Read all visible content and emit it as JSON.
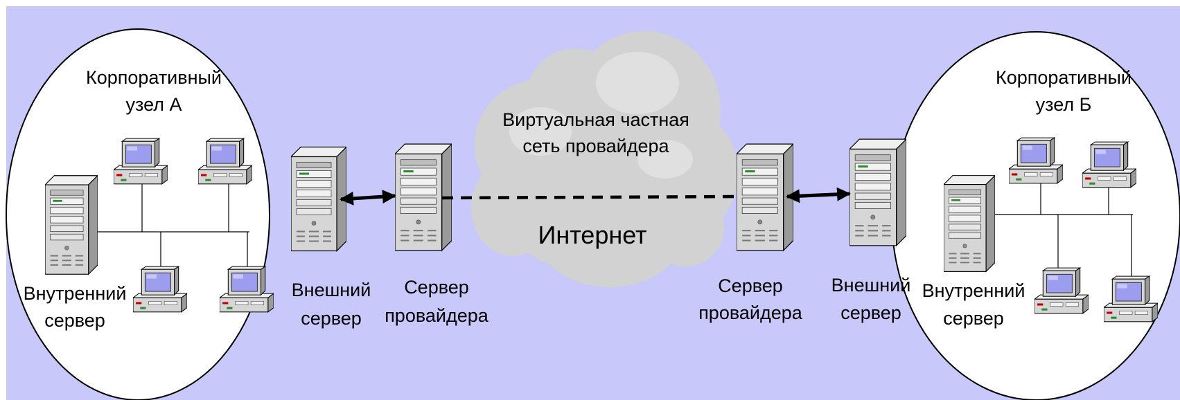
{
  "colors": {
    "background": "#c8c8fa",
    "site_fill": "#ffffff",
    "cloud_fill": "#d2d2d2",
    "server_body": "#d6d6d6",
    "screen": "#9d9df0",
    "link": "#000000"
  },
  "site_a": {
    "title_line1": "Корпоративный",
    "title_line2": "узел А",
    "internal_server_line1": "Внутренний",
    "internal_server_line2": "сервер"
  },
  "site_b": {
    "title_line1": "Корпоративный",
    "title_line2": "узел Б",
    "internal_server_line1": "Внутренний",
    "internal_server_line2": "сервер"
  },
  "left_external": {
    "line1": "Внешний",
    "line2": "сервер"
  },
  "left_provider": {
    "line1": "Сервер",
    "line2": "провайдера"
  },
  "right_provider": {
    "line1": "Сервер",
    "line2": "провайдера"
  },
  "right_external": {
    "line1": "Внешний",
    "line2": "сервер"
  },
  "cloud": {
    "vpn_line1": "Виртуальная частная",
    "vpn_line2": "сеть провайдера",
    "internet": "Интернет"
  },
  "icons": {
    "tower": "server-tower-icon",
    "workstation": "desktop-computer-icon",
    "cloud": "cloud-icon"
  }
}
